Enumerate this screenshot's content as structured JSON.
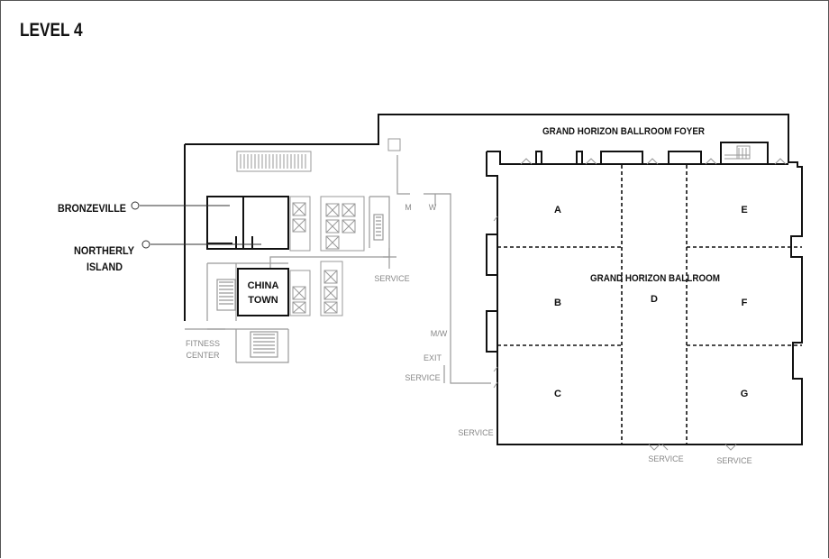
{
  "title": "LEVEL 4",
  "rooms": {
    "foyer": "GRAND HORIZON BALLROOM FOYER",
    "ballroom": "GRAND HORIZON BALLROOM",
    "section_a": "A",
    "section_b": "B",
    "section_c": "C",
    "section_d": "D",
    "section_e": "E",
    "section_f": "F",
    "section_g": "G",
    "bronzeville": "BRONZEVILLE",
    "northerly_1": "NORTHERLY",
    "northerly_2": "ISLAND",
    "china_1": "CHINA",
    "china_2": "TOWN",
    "fitness_1": "FITNESS",
    "fitness_2": "CENTER"
  },
  "amenities": {
    "mens": "M",
    "womens": "W",
    "mw": "M/W",
    "exit": "EXIT",
    "service": "SERVICE"
  },
  "colors": {
    "wall": "#111111",
    "secondary": "#999999",
    "text": "#111111",
    "muted": "#888888"
  }
}
